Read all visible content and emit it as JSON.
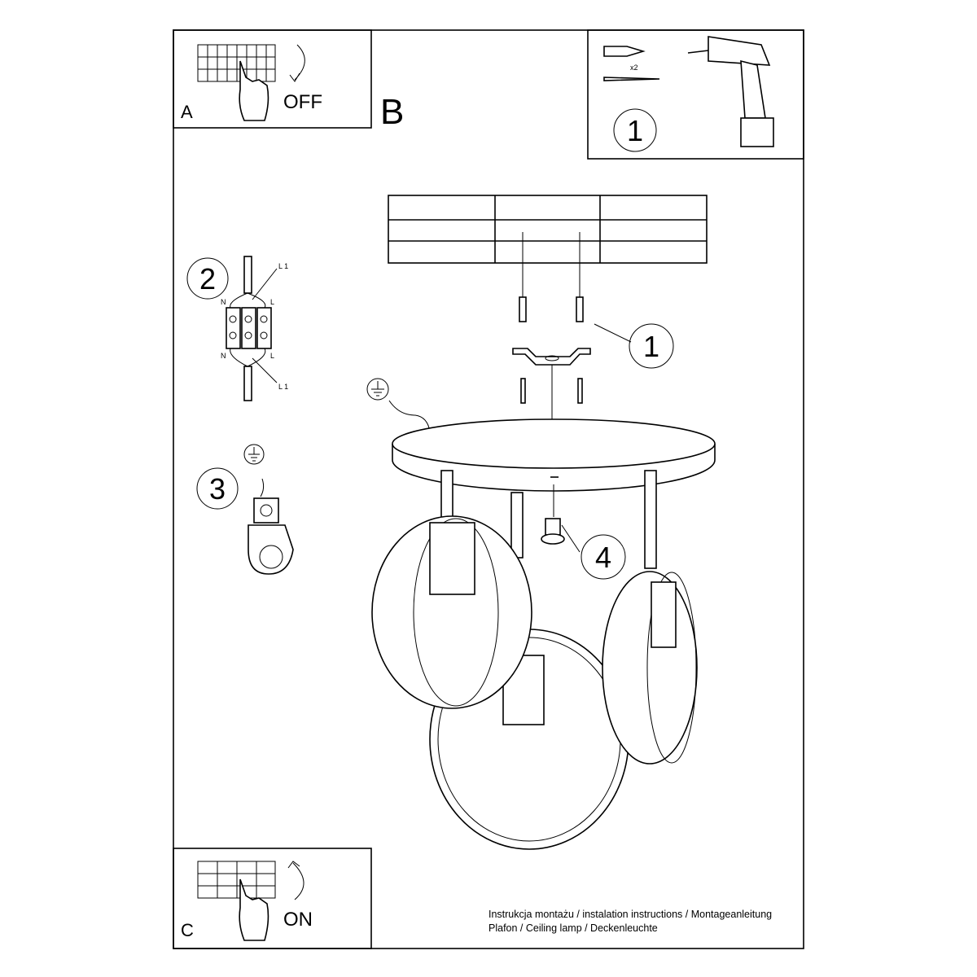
{
  "panels": {
    "a": {
      "letter": "A",
      "action": "OFF"
    },
    "b": {
      "letter": "B"
    },
    "c": {
      "letter": "C",
      "action": "ON"
    },
    "tools": {
      "step": "1",
      "quantity": "x2"
    }
  },
  "steps": {
    "s1": "1",
    "s2": "2",
    "s3": "3",
    "s4": "4"
  },
  "wiring": {
    "l1_top": "L 1",
    "l1_bottom": "L 1",
    "n_top": "N",
    "n_bottom": "N",
    "l_top": "L",
    "l_bottom": "L"
  },
  "footer": {
    "line1": "Instrukcja montażu / instalation instructions / Montageanleitung",
    "line2": "Plafon / Ceiling lamp / Deckenleuchte"
  }
}
